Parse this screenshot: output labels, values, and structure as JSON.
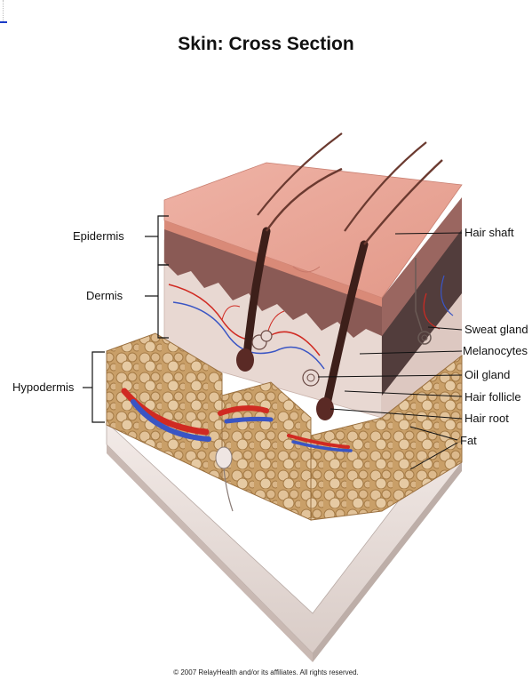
{
  "title": "Skin: Cross Section",
  "labels": {
    "epidermis": "Epidermis",
    "dermis": "Dermis",
    "hypodermis": "Hypodermis",
    "hair_shaft": "Hair shaft",
    "sweat_gland": "Sweat gland",
    "melanocytes": "Melanocytes",
    "oil_gland": "Oil gland",
    "hair_follicle": "Hair follicle",
    "hair_root": "Hair root",
    "fat": "Fat"
  },
  "footer": "© 2007 RelayHealth and/or its affiliates.  All rights reserved.",
  "colors": {
    "epidermis_top": "#e9a598",
    "epidermis_side": "#d98a78",
    "dermis": "#e7d6d0",
    "fat": "#d6b486",
    "artery": "#d02a22",
    "vein": "#3a55c4",
    "base": "#ece2de"
  }
}
